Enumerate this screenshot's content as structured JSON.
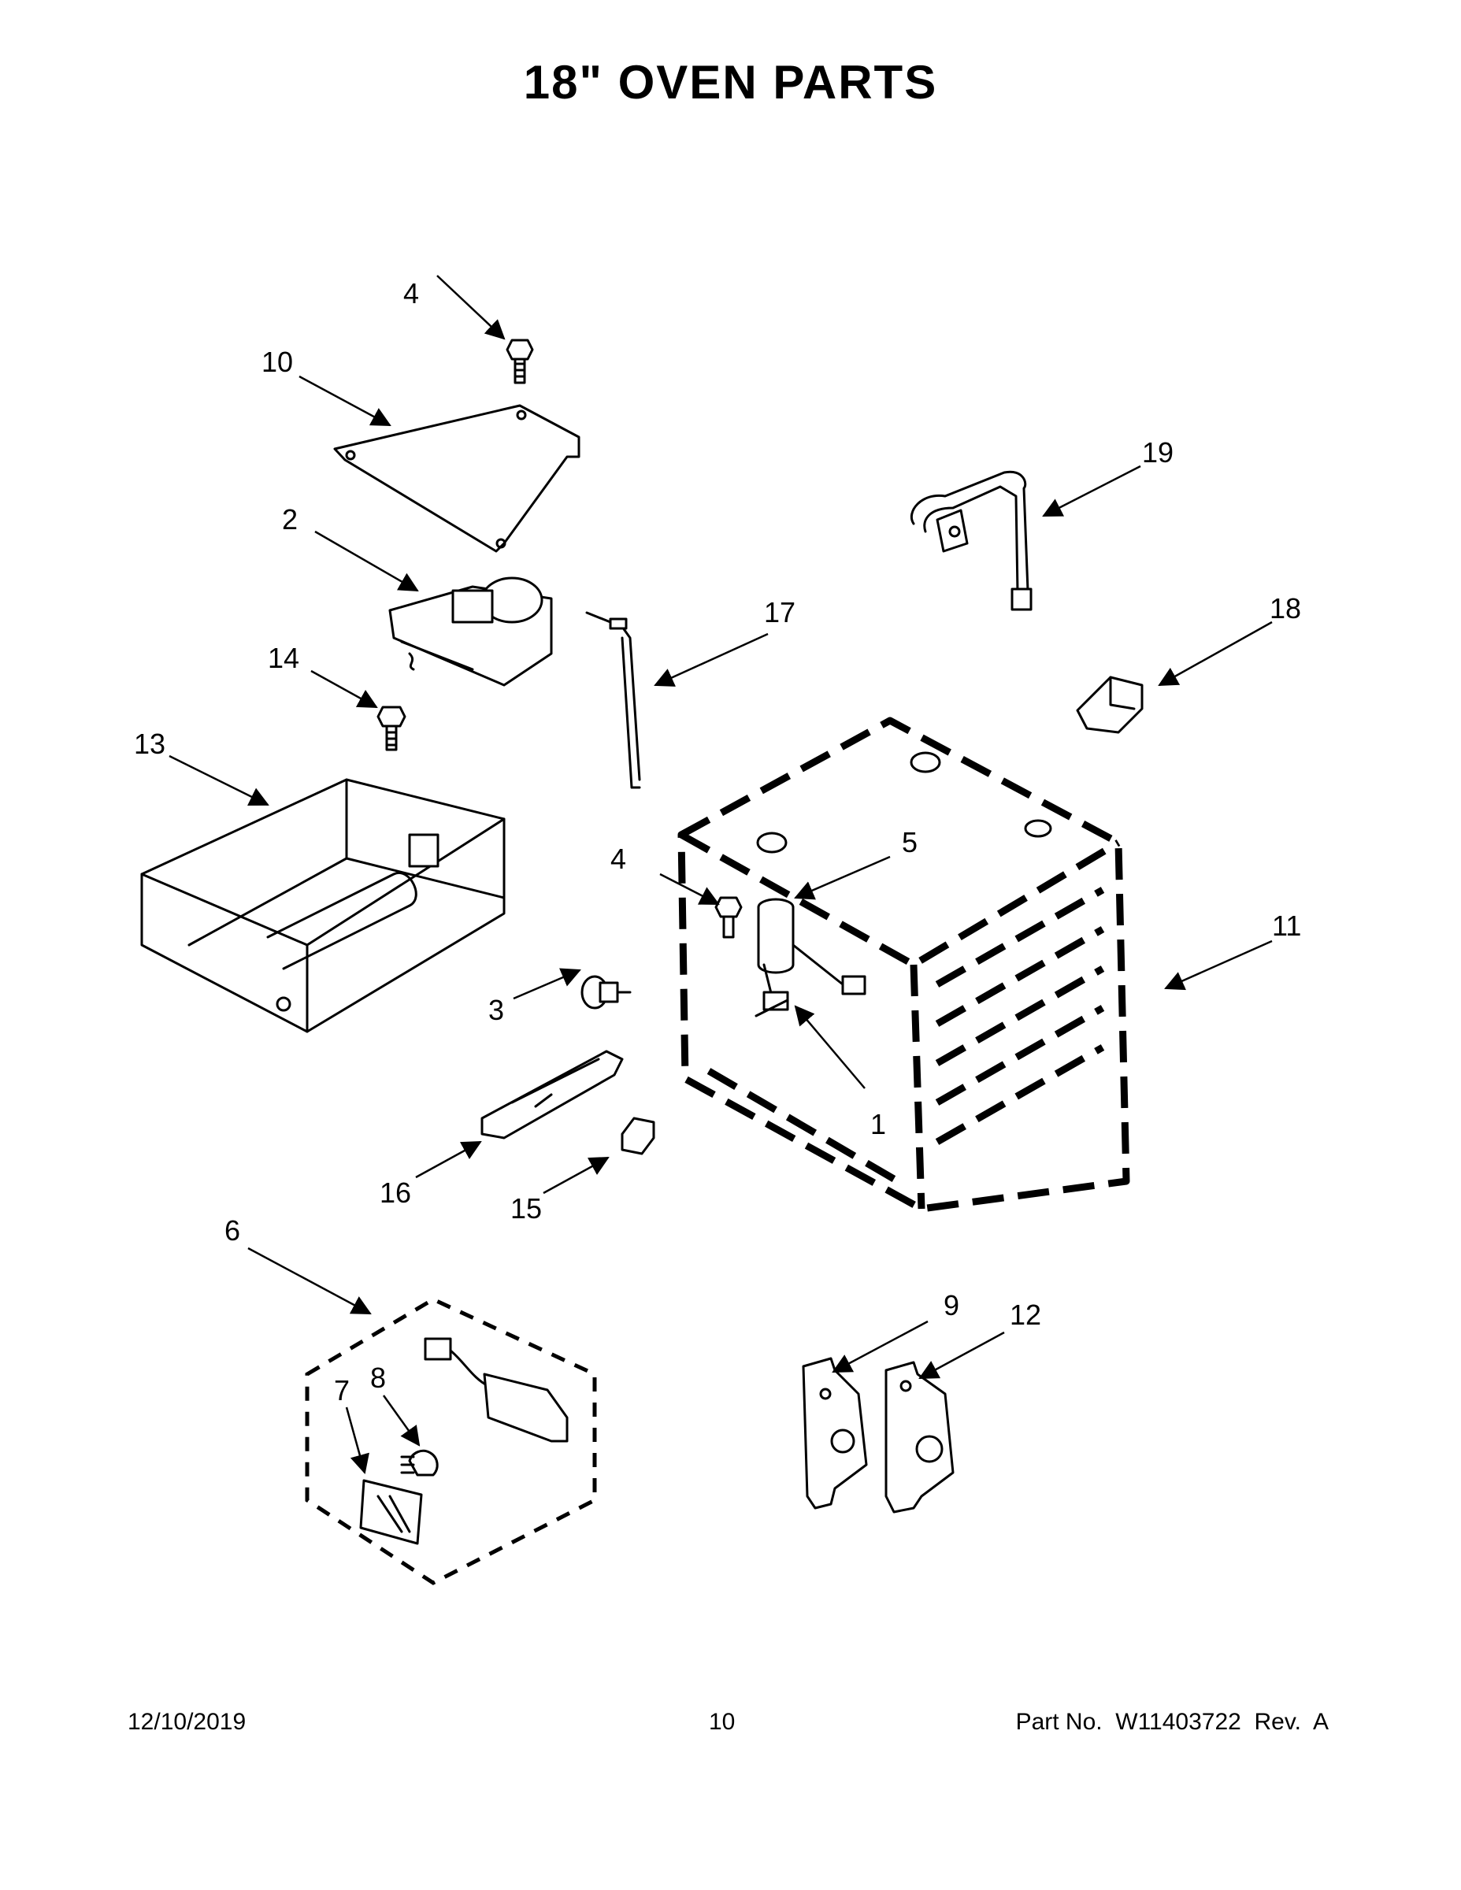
{
  "title": "18\" OVEN PARTS",
  "callouts": {
    "c4a": "4",
    "c10": "10",
    "c2": "2",
    "c14": "14",
    "c13": "13",
    "c17": "17",
    "c19": "19",
    "c18": "18",
    "c4b": "4",
    "c5": "5",
    "c11": "11",
    "c3": "3",
    "c1": "1",
    "c16": "16",
    "c15": "15",
    "c6": "6",
    "c7": "7",
    "c8": "8",
    "c9": "9",
    "c12": "12"
  },
  "footer": {
    "date": "12/10/2019",
    "page": "10",
    "part_no": "Part No.  W11403722  Rev.  A"
  }
}
